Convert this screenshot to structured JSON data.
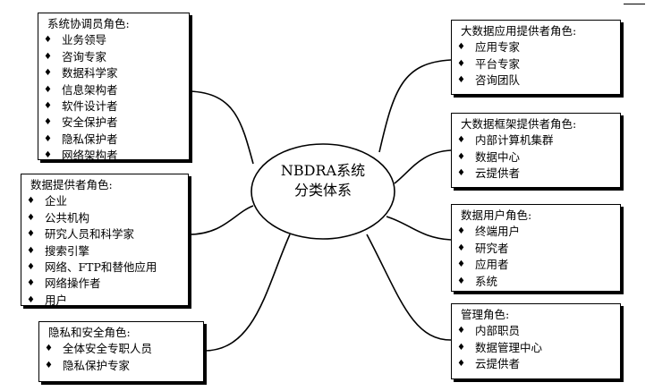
{
  "center": {
    "line1": "NBDRA系统",
    "line2": "分类体系"
  },
  "bullet_glyph": "♦",
  "left_boxes": [
    {
      "title": "系统协调员角色:",
      "items": [
        "业务领导",
        "咨询专家",
        "数据科学家",
        "信息架构者",
        "软件设计者",
        "安全保护者",
        "隐私保护者",
        "网络架构者"
      ]
    },
    {
      "title": "数据提供者角色:",
      "items": [
        "企业",
        "公共机构",
        "研究人员和科学家",
        "搜索引擎",
        "网络、FTP和替他应用",
        "网络操作者",
        "用户"
      ]
    },
    {
      "title": "隐私和安全角色:",
      "items": [
        "全体安全专职人员",
        "隐私保护专家"
      ]
    }
  ],
  "right_boxes": [
    {
      "title": "大数据应用提供者角色:",
      "items": [
        "应用专家",
        "平台专家",
        "咨询团队"
      ]
    },
    {
      "title": "大数据框架提供者角色:",
      "items": [
        "内部计算机集群",
        "数据中心",
        "云提供者"
      ]
    },
    {
      "title": "数据用户角色:",
      "items": [
        "终端用户",
        "研究者",
        "应用者",
        "系统"
      ]
    },
    {
      "title": "管理角色:",
      "items": [
        "内部职员",
        "数据管理中心",
        "云提供者"
      ]
    }
  ]
}
